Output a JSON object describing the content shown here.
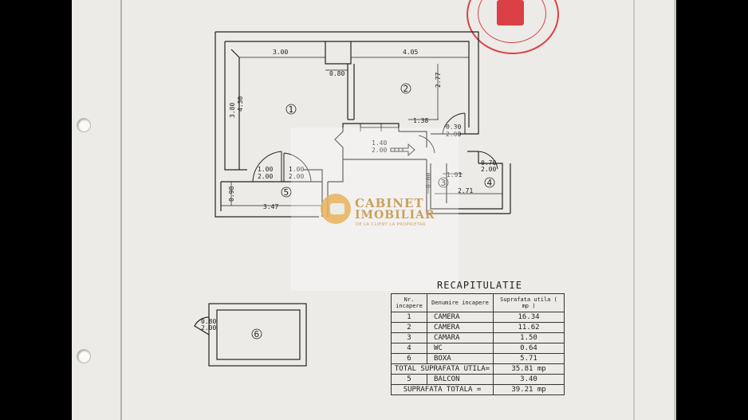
{
  "watermark": {
    "title": "CABINET",
    "subtitle": "IMOBILIAR",
    "tagline": "DE LA CLIENT LA PROPRIETAR"
  },
  "plan": {
    "rooms": [
      {
        "id": "r1",
        "label": "1"
      },
      {
        "id": "r2",
        "label": "2"
      },
      {
        "id": "r3",
        "label": "3"
      },
      {
        "id": "r4",
        "label": "4"
      },
      {
        "id": "r5",
        "label": "5"
      },
      {
        "id": "r6",
        "label": "6"
      }
    ],
    "dimensions": {
      "w300": "3.00",
      "w405": "4.05",
      "w080": "0.80",
      "h277": "2.77",
      "h380": "3.80",
      "h430": "4.30",
      "w138": "1.38",
      "door030a": "0.30",
      "door030b": "2.00",
      "hall140a": "1.40",
      "hall140b": "2.00",
      "door100la": "1.00",
      "door100lb": "2.00",
      "door100ra": "1.00",
      "door100rb": "2.00",
      "h098": "0.98",
      "w347": "3.47",
      "door070a": "0.70",
      "door070b": "2.00",
      "w191": "1.91",
      "h080": "0.80",
      "w271": "2.71",
      "door080a": "0.80",
      "door080b": "2.00"
    }
  },
  "recap": {
    "title": "RECAPITULATIE",
    "headers": {
      "nr": "Nr. incapere",
      "name": "Denumire incapere",
      "area": "Suprafata utila ( mp )"
    },
    "rows": [
      {
        "nr": "1",
        "name": "CAMERA",
        "area": "16.34"
      },
      {
        "nr": "2",
        "name": "CAMERA",
        "area": "11.62"
      },
      {
        "nr": "3",
        "name": "CAMARA",
        "area": "1.50"
      },
      {
        "nr": "4",
        "name": "WC",
        "area": "0.64"
      },
      {
        "nr": "6",
        "name": "BOXA",
        "area": "5.71"
      }
    ],
    "total_useful_label": "TOTAL SUPRAFATA UTILA=",
    "total_useful_value": "35.81 mp",
    "balcony_nr": "5",
    "balcony_name": "BALCON",
    "balcony_area": "3.40",
    "total_label": "SUPRAFATA TOTALA =",
    "total_value": "39.21 mp"
  },
  "colors": {
    "paper": "#ecebe7",
    "ink": "#222222",
    "stamp": "#d8232a",
    "watermark": "#c8a060"
  }
}
